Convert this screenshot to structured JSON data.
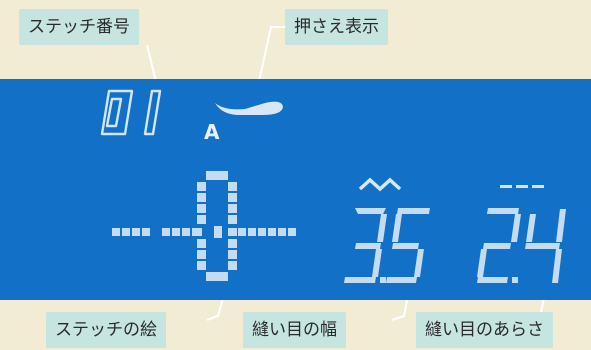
{
  "labels": {
    "stitch_number": "ステッチ番号",
    "presser_foot": "押さえ表示",
    "stitch_picture": "ステッチの絵",
    "stitch_width": "縫い目の幅",
    "stitch_length": "縫い目のあらさ"
  },
  "display": {
    "number_left": "0",
    "number_right": "1",
    "foot_letter": "A",
    "width_int": "3",
    "width_dec": "5",
    "length_int": "2",
    "length_dec": "4"
  },
  "icons": {
    "presser_foot": "presser-foot-icon",
    "width": "zigzag-icon",
    "length": "dashed-line-icon",
    "stitch": "straight-stitch-icon"
  },
  "colors": {
    "background": "#f3ecd5",
    "lcd": "#1271c6",
    "segment": "#c3dcf2",
    "label_tag": "#c6e4e0"
  }
}
